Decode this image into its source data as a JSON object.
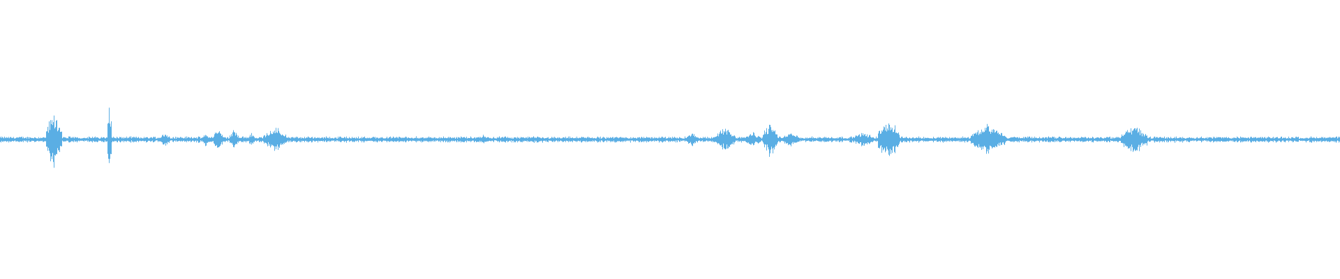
{
  "waveform": {
    "color": "#5aaee4",
    "background": "#ffffff",
    "baseline_amplitude": 0.008,
    "bursts": [
      {
        "start": 0.034,
        "end": 0.046,
        "peak": 0.11
      },
      {
        "start": 0.08,
        "end": 0.083,
        "peak": 0.2
      },
      {
        "start": 0.081,
        "end": 0.082,
        "peak": 0.18
      },
      {
        "start": 0.119,
        "end": 0.127,
        "peak": 0.03
      },
      {
        "start": 0.151,
        "end": 0.156,
        "peak": 0.03
      },
      {
        "start": 0.159,
        "end": 0.166,
        "peak": 0.05
      },
      {
        "start": 0.171,
        "end": 0.178,
        "peak": 0.04
      },
      {
        "start": 0.185,
        "end": 0.19,
        "peak": 0.03
      },
      {
        "start": 0.196,
        "end": 0.214,
        "peak": 0.05
      },
      {
        "start": 0.359,
        "end": 0.362,
        "peak": 0.02
      },
      {
        "start": 0.512,
        "end": 0.52,
        "peak": 0.03
      },
      {
        "start": 0.534,
        "end": 0.548,
        "peak": 0.05
      },
      {
        "start": 0.556,
        "end": 0.567,
        "peak": 0.03
      },
      {
        "start": 0.569,
        "end": 0.58,
        "peak": 0.07
      },
      {
        "start": 0.584,
        "end": 0.596,
        "peak": 0.03
      },
      {
        "start": 0.636,
        "end": 0.652,
        "peak": 0.03
      },
      {
        "start": 0.655,
        "end": 0.671,
        "peak": 0.09
      },
      {
        "start": 0.724,
        "end": 0.75,
        "peak": 0.06
      },
      {
        "start": 0.836,
        "end": 0.856,
        "peak": 0.06
      }
    ]
  }
}
